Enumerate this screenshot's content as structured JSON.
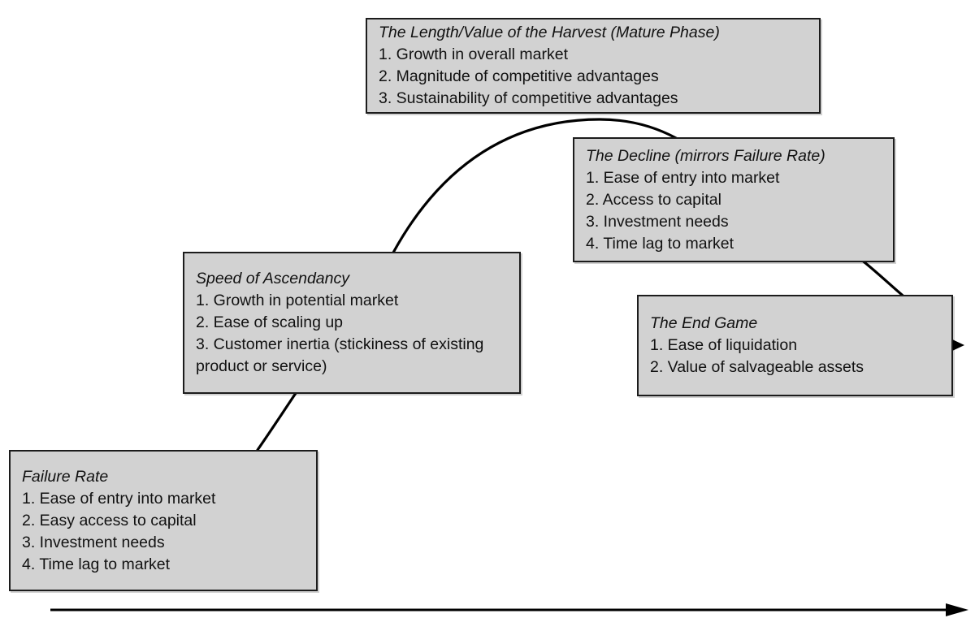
{
  "diagram": {
    "type": "industry-lifecycle-curve",
    "background": "#ffffff",
    "colors": {
      "box_fill": "#d2d2d2",
      "box_border": "#1c1c1c",
      "line": "#000000",
      "text": "#111111"
    },
    "boxes": {
      "harvest": {
        "title": "The Length/Value of the Harvest (Mature Phase)",
        "items": [
          "1. Growth in overall market",
          "2. Magnitude of competitive advantages",
          "3. Sustainability of competitive advantages"
        ]
      },
      "decline": {
        "title": "The Decline (mirrors Failure Rate)",
        "items": [
          "1. Ease of entry into market",
          "2. Access to capital",
          "3. Investment needs",
          "4. Time lag to market"
        ]
      },
      "ascendancy": {
        "title": "Speed of Ascendancy",
        "items": [
          "1. Growth in potential market",
          "2. Ease of scaling up",
          "3. Customer inertia (stickiness of existing product or service)"
        ]
      },
      "endgame": {
        "title": "The End Game",
        "items": [
          "1. Ease of liquidation",
          "2. Value of salvageable assets"
        ]
      },
      "failure": {
        "title": "Failure Rate",
        "items": [
          "1. Ease of entry into market",
          "2. Easy access to capital",
          "3. Investment needs",
          "4. Time lag to market"
        ]
      }
    },
    "icons": {
      "curve_arrow": "right-arrowhead",
      "axis_arrow": "right-arrowhead"
    }
  }
}
